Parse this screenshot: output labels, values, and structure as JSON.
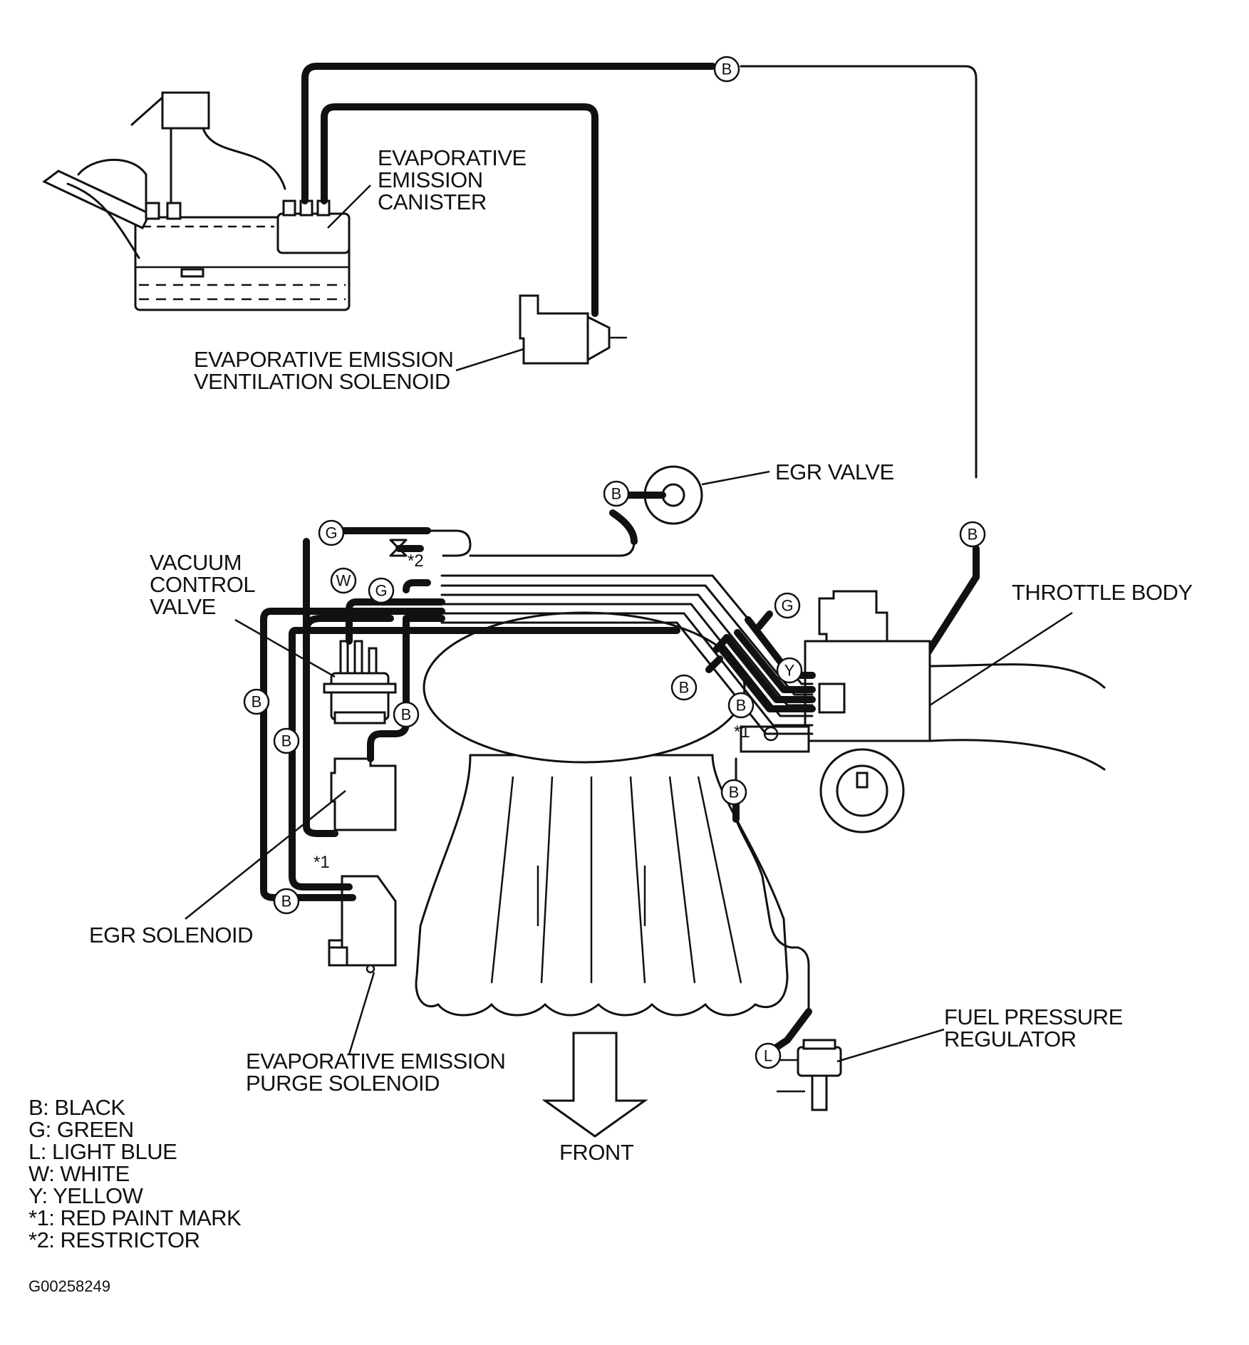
{
  "labels": {
    "canister": [
      "EVAPORATIVE",
      "EMISSION",
      "CANISTER"
    ],
    "ventilation_solenoid": [
      "EVAPORATIVE EMISSION",
      "VENTILATION SOLENOID"
    ],
    "egr_valve": "EGR VALVE",
    "vacuum_control_valve": [
      "VACUUM",
      "CONTROL",
      "VALVE"
    ],
    "throttle_body": "THROTTLE BODY",
    "egr_solenoid": "EGR SOLENOID",
    "purge_solenoid": [
      "EVAPORATIVE EMISSION",
      "PURGE SOLENOID"
    ],
    "fuel_pressure_regulator": [
      "FUEL PRESSURE",
      "REGULATOR"
    ],
    "front": "FRONT"
  },
  "markers": {
    "red_paint": "*1",
    "restrictor": "*2"
  },
  "hose_tags": {
    "black": "B",
    "green": "G",
    "light_blue": "L",
    "white": "W",
    "yellow": "Y"
  },
  "legend": [
    "B: BLACK",
    "G: GREEN",
    "L: LIGHT BLUE",
    "W: WHITE",
    "Y: YELLOW",
    "*1: RED PAINT MARK",
    "*2: RESTRICTOR"
  ],
  "figure_code": "G00258249"
}
